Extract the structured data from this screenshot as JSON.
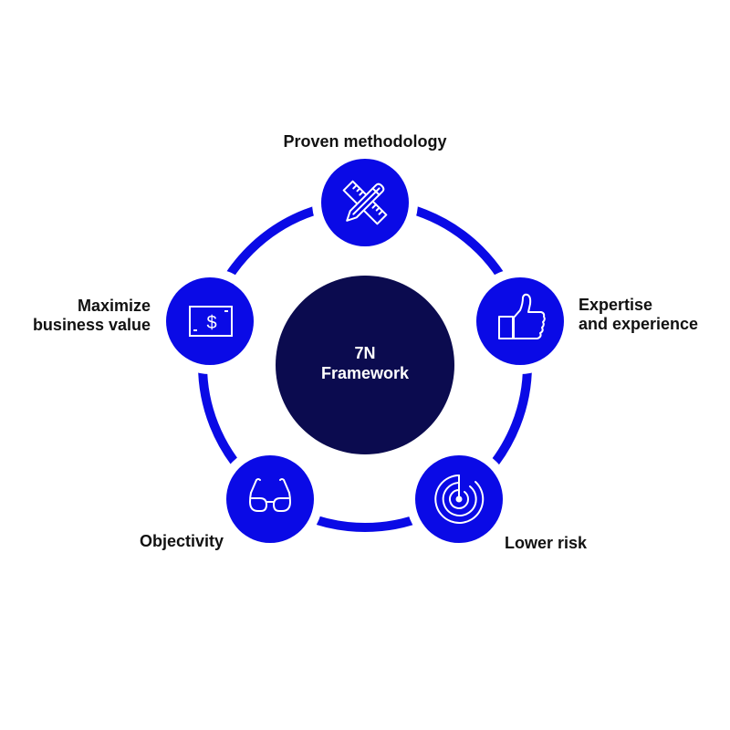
{
  "colors": {
    "accent": "#0a0ae6",
    "center": "#0b0b4f",
    "icon_stroke": "#ffffff",
    "text": "#111111"
  },
  "center": {
    "line1": "7N",
    "line2": "Framework"
  },
  "nodes": [
    {
      "id": "proven-methodology",
      "label_lines": [
        "Proven methodology"
      ],
      "icon": "pencil-ruler-icon"
    },
    {
      "id": "expertise-experience",
      "label_lines": [
        "Expertise",
        "and experience"
      ],
      "icon": "thumbs-up-icon"
    },
    {
      "id": "lower-risk",
      "label_lines": [
        "Lower risk"
      ],
      "icon": "radar-target-icon"
    },
    {
      "id": "objectivity",
      "label_lines": [
        "Objectivity"
      ],
      "icon": "glasses-icon"
    },
    {
      "id": "maximize-business-value",
      "label_lines": [
        "Maximize",
        "business value"
      ],
      "icon": "dollar-bill-icon"
    }
  ]
}
